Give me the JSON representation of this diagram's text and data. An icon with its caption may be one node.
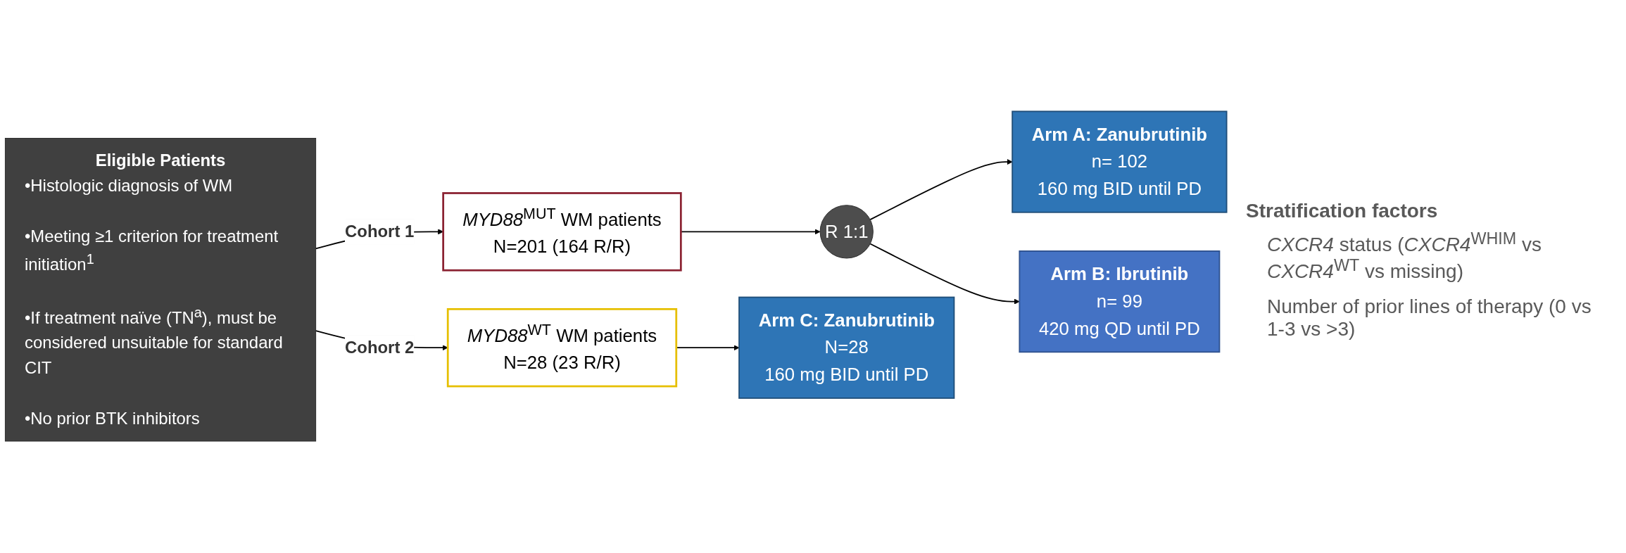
{
  "diagram": {
    "nodes": [
      {
        "text": [
          "Eligible Patients",
          "•Histologic diagnosis of WM",
          "•Meeting ≥1 criterion for treatment initiation$^{1}$",
          "•If treatment naïve (TN$^{a}$), must be considered unsuitable for standard CIT",
          "•No prior BTK inhibitors"
        ]
      },
      {
        "text": [
          "*MYD88*$^{MUT}$ WM patients",
          "N=201 (164 R/R)"
        ]
      },
      {
        "text": [
          "R 1:1"
        ]
      },
      {
        "text": [
          "Arm A: Zanubrutinib",
          "n= 102",
          "160 mg BID until PD"
        ]
      },
      {
        "text": [
          "Arm B: Ibrutinib",
          "n= 99",
          "420 mg QD until PD"
        ]
      },
      {
        "text": [
          "*MYD88*$^{WT}$ WM patients",
          "N=28 (23 R/R)"
        ]
      },
      {
        "text": [
          "Arm C: Zanubrutinib",
          "N=28",
          "160 mg BID until PD"
        ]
      }
    ],
    "edges": [
      {
        "from": 0,
        "to": 1,
        "arrow": "to",
        "label": "Cohort 1"
      },
      {
        "from": 1,
        "to": 2,
        "arrow": "to"
      },
      {
        "from": 2,
        "to": 3,
        "arrow": "to"
      },
      {
        "from": 2,
        "to": 4,
        "arrow": "to"
      },
      {
        "from": 0,
        "to": 5,
        "arrow": "to",
        "label": "Cohort 2"
      },
      {
        "from": 5,
        "to": 6,
        "arrow": "to"
      }
    ],
    "labels": [
      "Stratification factors",
      "*CXCR4* status (*CXCR4*$^{WHIM}$ vs *CXCR4*$^{WT}$ vs missing)",
      "Number of prior lines of therapy (0 vs 1-3 vs >3)"
    ]
  }
}
